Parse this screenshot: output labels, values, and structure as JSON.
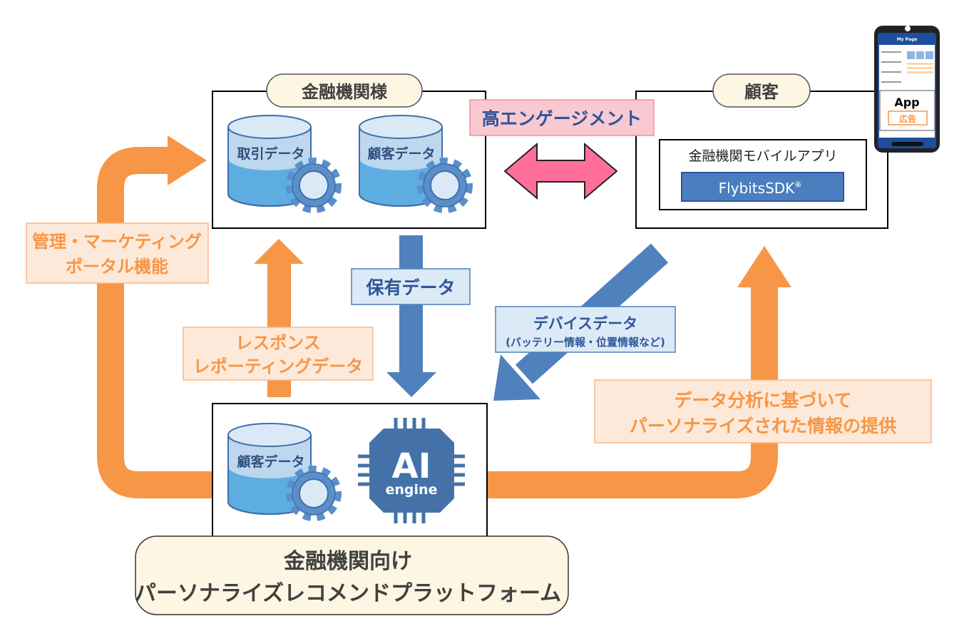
{
  "colors": {
    "orange": "#f79646",
    "blue": "#4f81bd",
    "pink": "#ff6f9a",
    "pink_label": "#f9c9d2",
    "dark_text": "#404040"
  },
  "financial_institution": {
    "title": "金融機関様",
    "databases": [
      "取引データ",
      "顧客データ"
    ]
  },
  "customer": {
    "title": "顧客",
    "app_name": "金融機関モバイルアプリ",
    "sdk": "FlybitsSDK",
    "sdk_mark": "※"
  },
  "phone": {
    "header": "My Page",
    "app_label": "App",
    "ad_label": "広告"
  },
  "engagement_label": "高エンゲージメント",
  "holding_data_label": "保有データ",
  "device_data": {
    "title": "デバイスデータ",
    "subtitle": "(バッテリー情報・位置情報など)"
  },
  "management_label": [
    "管理・マーケティング",
    "ポータル機能"
  ],
  "response_label": [
    "レスポンス",
    "レポーティングデータ"
  ],
  "personalized_label": [
    "データ分析に基づいて",
    "パーソナライズされた情報の提供"
  ],
  "platform": {
    "database": "顧客データ",
    "ai_title": "AI",
    "ai_sub": "engine",
    "title_lines": [
      "金融機関向け",
      "パーソナライズレコメンドプラットフォーム"
    ]
  }
}
